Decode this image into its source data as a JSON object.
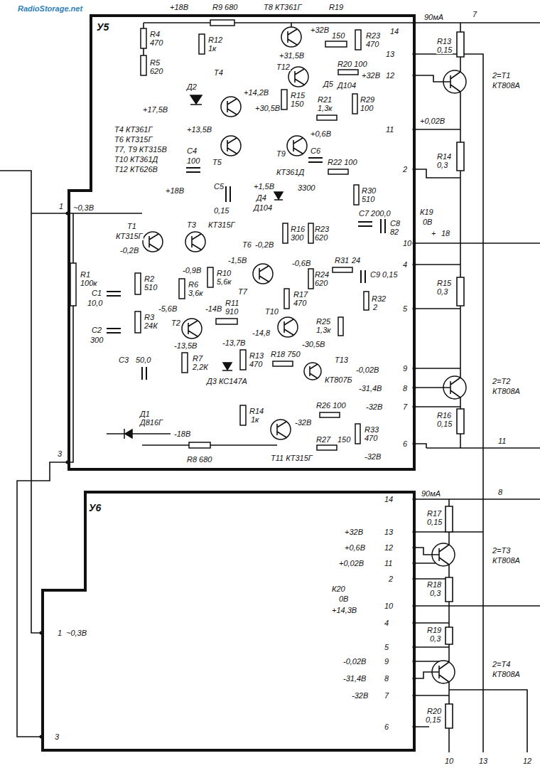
{
  "diagram": {
    "nodes": [
      {
        "text": [
          "У5"
        ]
      },
      {
        "text": [
          "У6"
        ]
      }
    ],
    "labels": [
      "RadioStorage.net",
      "+18В",
      "R9 680",
      "T8 КТ361Г",
      "R19",
      "14",
      "90мА",
      "7",
      "R4",
      "470",
      "R12",
      "1к",
      "+32В",
      "150",
      "R23",
      "470",
      "13",
      "R13",
      "0,15",
      "+31,5В",
      "T12",
      "R20 100",
      "+32В",
      "12",
      "2=T1",
      "КТ808А",
      "R5",
      "620",
      "Д2",
      "T4",
      "+14,2В",
      "+30,5В",
      "R15",
      "150",
      "Д5",
      "Д104",
      "R21",
      "1,3к",
      "R29",
      "100",
      "11",
      "+0,02В",
      "+17,5В",
      "T4 КТ361Г",
      "T6 КТ315Г",
      "T7, T9 КТ315В",
      "T10 КТ361Д",
      "T12 КТ626В",
      "+13,5В",
      "C4",
      "100",
      "T5",
      "T9",
      "КТ361Д",
      "+0,6В",
      "C6",
      "R22 100",
      "2",
      "R14",
      "0,3",
      "+18В",
      "C5",
      "0,15",
      "+1,5В",
      "Д4",
      "Д104",
      "3300",
      "R30",
      "510",
      "C7 200,0",
      "R16",
      "300",
      "R23",
      "620",
      "C8",
      "82",
      "К19",
      "0В",
      "+",
      "18",
      "1",
      "~0,3В",
      "T1",
      "КТ315Г",
      "T3",
      "КТ315Г",
      "T6",
      "-0,2В",
      "-1,5В",
      "T7",
      "-0,6В",
      "R31",
      "24",
      "C9 0,15",
      "4",
      "R24",
      "620",
      "T10",
      "R17",
      "470",
      "-0,2В",
      "-0,9В",
      "R2",
      "510",
      "R6",
      "3,6к",
      "R10",
      "5,6к",
      "R3",
      "24К",
      "T2",
      "-5,6В",
      "-14В",
      "R11",
      "910",
      "-13,5В",
      "-13,7В",
      "R7",
      "2,2К",
      "R13",
      "470",
      "-14,8",
      "-30,5В",
      "R25",
      "1,3к",
      "C1",
      "10,0",
      "R1",
      "100к",
      "C2",
      "300",
      "C3",
      "50,0",
      "Д3 КС147А",
      "Д1",
      "Д816Г",
      "-18В",
      "R18 750",
      "T13",
      "-0,02В",
      "9",
      "КТ807Б",
      "-31,4В",
      "8",
      "R26 100",
      "-32В",
      "7",
      "R14",
      "1к",
      "-32В",
      "R27",
      "150",
      "R33",
      "470",
      "6",
      "R8 680",
      "T11 КТ315Г",
      "-32В",
      "3",
      "R15",
      "0,3",
      "2=T2",
      "КТ808А",
      "R16",
      "0,15",
      "11",
      "14",
      "90мА",
      "8",
      "R17",
      "0,15",
      "+32В",
      "13",
      "2=T3",
      "КТ808А",
      "+0,6В",
      "12",
      "+0,02В",
      "11",
      "2",
      "R18",
      "0,3",
      "К20",
      "0В",
      "+14,3В",
      "10",
      "4",
      "R19",
      "0,3",
      "5",
      "-0,02В",
      "9",
      "-31,4В",
      "8",
      "-32В",
      "7",
      "6",
      "2=T4",
      "КТ808А",
      "R20",
      "0,15",
      "10",
      "13",
      "12",
      "1",
      "~0,3В",
      "3",
      "5",
      "10",
      "R32",
      "2"
    ]
  }
}
